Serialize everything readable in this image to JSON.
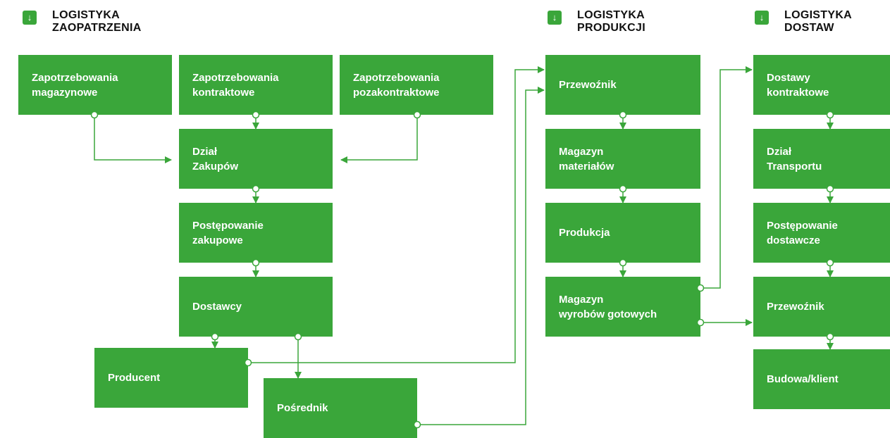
{
  "columns": {
    "zaopatrzenia": {
      "title": "LOGISTYKA\nZAOPATRZENIA",
      "icon": "arrow-down-icon",
      "glyph": "↓"
    },
    "produkcji": {
      "title": "LOGISTYKA\nPRODUKCJI",
      "icon": "arrow-down-icon",
      "glyph": "↓"
    },
    "dostaw": {
      "title": "LOGISTYKA\nDOSTAW",
      "icon": "arrow-down-icon",
      "glyph": "↓"
    }
  },
  "boxes": {
    "zap_magazynowe": "Zapotrzebowania\nmagazynowe",
    "zap_kontraktowe": "Zapotrzebowania\nkontraktowe",
    "zap_pozakontraktowe": "Zapotrzebowania\npozakontraktowe",
    "dzial_zakupow": "Dział\nZakupów",
    "postepowanie_zakupowe": "Postępowanie\nzakupowe",
    "dostawcy": "Dostawcy",
    "producent": "Producent",
    "posrednik": "Pośrednik",
    "przewoznik_prod": "Przewoźnik",
    "magazyn_materialow": "Magazyn\nmateriałów",
    "produkcja": "Produkcja",
    "magazyn_wyrobow": "Magazyn\nwyrobów gotowych",
    "dostawy_kontraktowe": "Dostawy\nkontraktowe",
    "dzial_transportu": "Dział\nTransportu",
    "postepowanie_dostawcze": "Postępowanie\ndostawcze",
    "przewoznik_dost": "Przewoźnik",
    "budowa_klient": "Budowa/klient"
  },
  "colors": {
    "box_fill": "#3aa63a",
    "connector": "#3aa63a",
    "text_on_box": "#ffffff",
    "header_text": "#111111"
  }
}
